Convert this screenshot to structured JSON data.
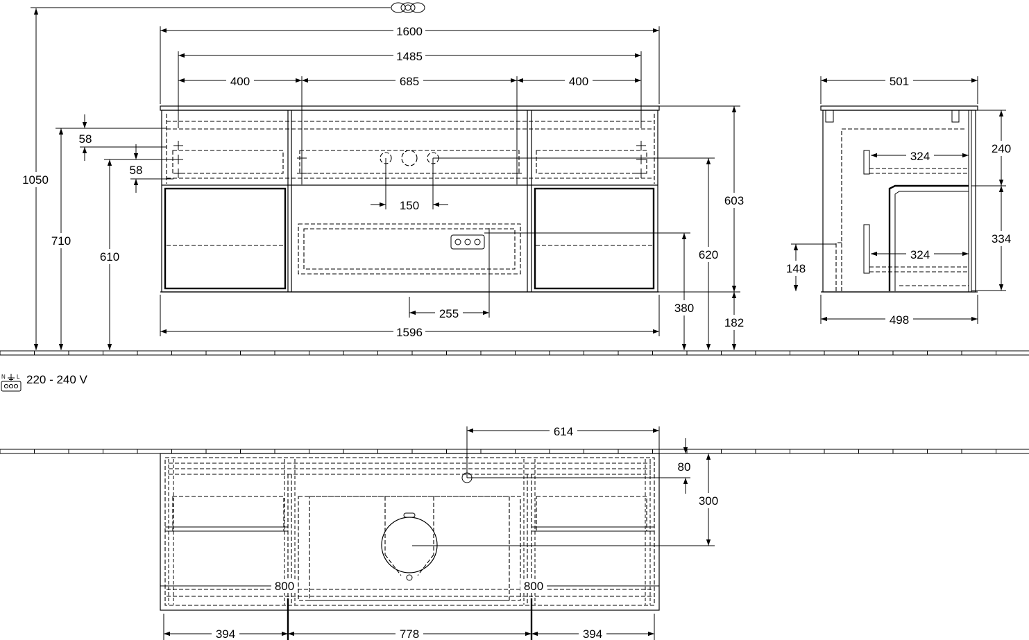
{
  "front_view": {
    "overall_height": "1050",
    "top_rail_58": "58",
    "top_rail_58_b": "58",
    "height_710": "710",
    "height_610": "610",
    "width_total": "1600",
    "width_inner": "1485",
    "width_left": "400",
    "width_center": "685",
    "width_right": "400",
    "tap_spacing": "150",
    "socket_offset": "255",
    "width_bottom": "1596",
    "height_603": "603",
    "height_620": "620",
    "height_380": "380",
    "height_182": "182"
  },
  "side_view": {
    "depth_top": "501",
    "depth_bottom": "498",
    "drawer_depth_upper": "324",
    "drawer_depth_lower": "324",
    "height_240": "240",
    "height_334": "334",
    "height_148": "148"
  },
  "electrical": {
    "voltage": "220 - 240 V"
  },
  "top_view": {
    "offset_614": "614",
    "offset_80": "80",
    "offset_300": "300",
    "divider_left": "800",
    "divider_right": "800",
    "width_left": "394",
    "width_center": "778",
    "width_right": "394"
  }
}
